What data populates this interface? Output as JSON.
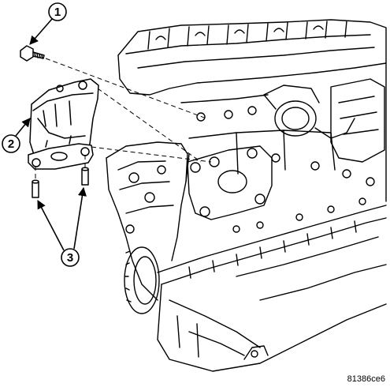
{
  "callouts": [
    {
      "id": "1",
      "label": "1",
      "target": "bolt"
    },
    {
      "id": "2",
      "label": "2",
      "target": "engine-mount-bracket"
    },
    {
      "id": "3",
      "label": "3",
      "target": "dowel-pins"
    }
  ],
  "figure_code": "81386ce6"
}
